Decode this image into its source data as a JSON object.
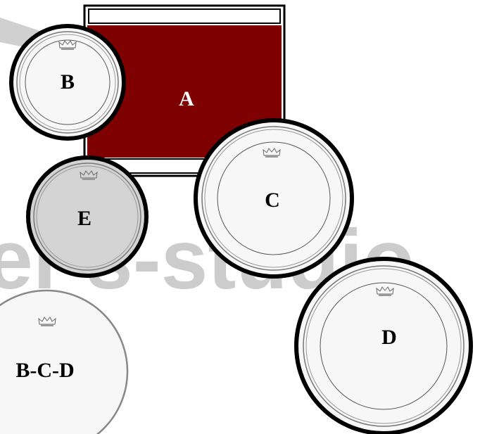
{
  "labels": {
    "a": "A",
    "b": "B",
    "c": "C",
    "d": "D",
    "e": "E",
    "bcd": "B-C-D"
  },
  "colors": {
    "bass_drum": "#7f0000",
    "head_white": "#f7f7f7",
    "head_coated": "#d4d4d4",
    "rim": "#000000",
    "watermark": "#c4c4c4"
  },
  "icons": {
    "head_logo": "crown-logo-icon"
  }
}
